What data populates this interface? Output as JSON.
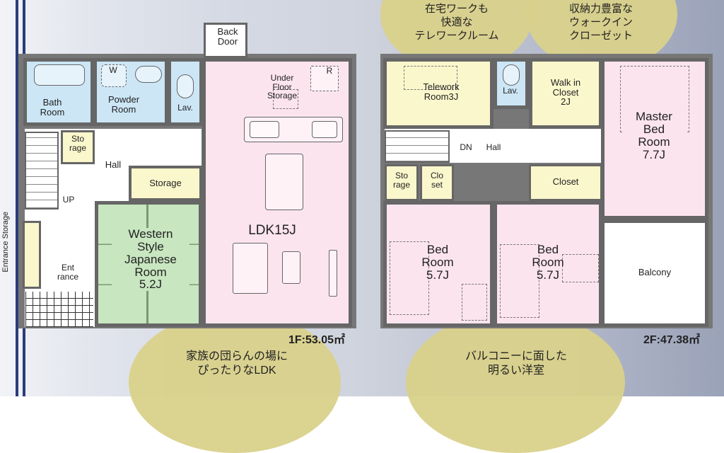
{
  "callouts": {
    "telework": "在宅ワークも\n快適な\nテレワークルーム",
    "closet": "収納力豊富な\nウォークイン\nクローゼット",
    "ldk": "家族の団らんの場に\nぴったりなLDK",
    "balcony": "バルコニーに面した\n明るい洋室"
  },
  "floor1": {
    "area": "1F:53.05㎡",
    "rooms": {
      "bath": "Bath\nRoom",
      "powder": "Powder\nRoom",
      "powder_mark": "W",
      "lav": "Lav.",
      "back_door": "Back\nDoor",
      "under_floor": "Under\nFloor\nStorage",
      "fridge_mark": "R",
      "storage_small": "Sto\nrage",
      "hall": "Hall",
      "up": "UP",
      "storage": "Storage",
      "western": "Western\nStyle\nJapanese\nRoom\n5.2J",
      "ldk": "LDK15J",
      "entrance": "Ent\nrance",
      "entrance_storage": "Entrance Storage"
    }
  },
  "floor2": {
    "area": "2F:47.38㎡",
    "rooms": {
      "telework": "Telework\nRoom3J",
      "lav": "Lav.",
      "walkin": "Walk in\nCloset\n2J",
      "master": "Master\nBed\nRoom\n7.7J",
      "dn": "DN",
      "hall": "Hall",
      "storage": "Sto\nrage",
      "closet_small": "Clo\nset",
      "closet": "Closet",
      "bed1": "Bed\nRoom\n5.7J",
      "bed2": "Bed\nRoom\n5.7J",
      "balcony": "Balcony"
    }
  },
  "colors": {
    "pink": "#fce4ee",
    "blue": "#cce6f6",
    "yellow": "#fbf7cc",
    "green": "#c8e6c0",
    "wall": "#666666",
    "highlight": "#d9d18a",
    "stripe": "#2a3d7a"
  }
}
